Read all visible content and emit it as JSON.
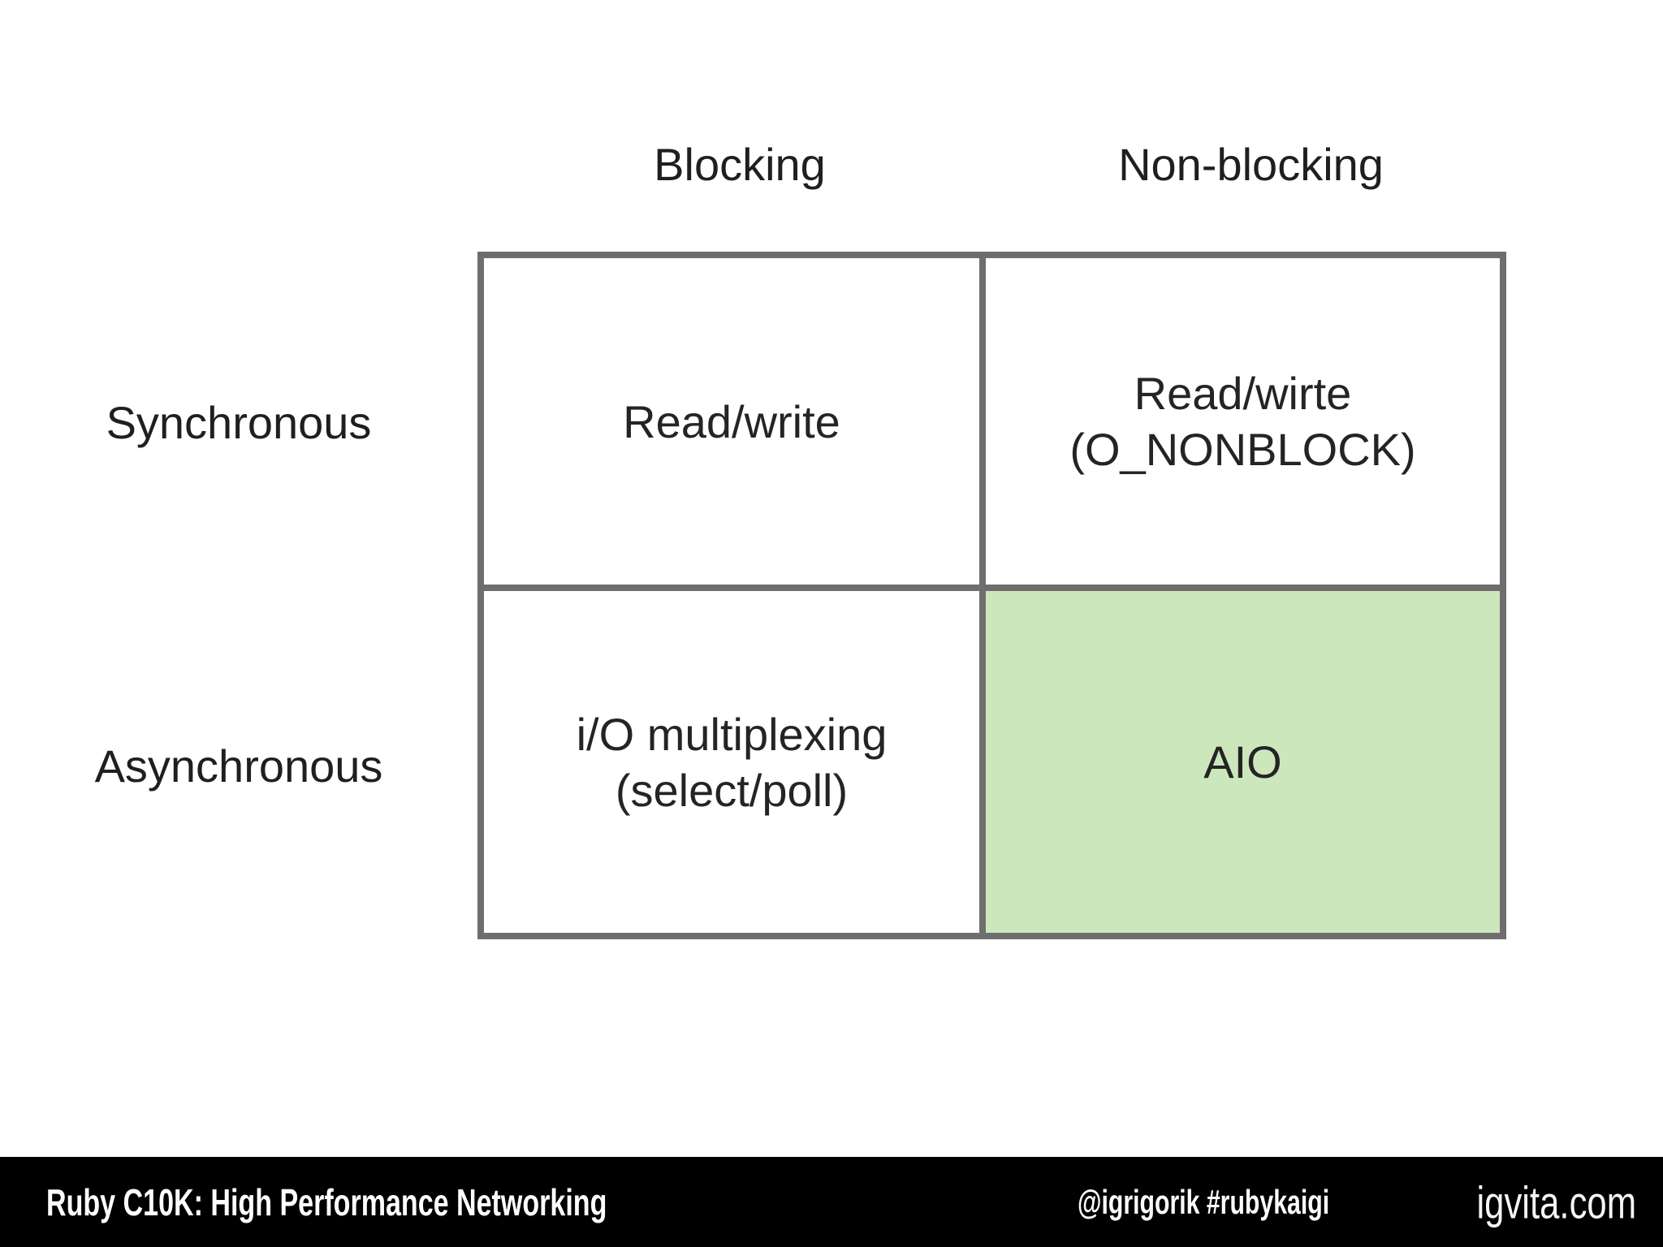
{
  "slide": {
    "background": "#ffffff",
    "matrix": {
      "border_color": "#6e6e6e",
      "highlight_color": "#cde7bd",
      "text_color": "#242424",
      "col_headers": [
        "Blocking",
        "Non-blocking"
      ],
      "row_headers": [
        "Synchronous",
        "Asynchronous"
      ],
      "cells": [
        {
          "row": "Synchronous",
          "col": "Blocking",
          "lines": [
            "Read/write"
          ],
          "highlighted": false
        },
        {
          "row": "Synchronous",
          "col": "Non-blocking",
          "lines": [
            "Read/wirte",
            "(O_NONBLOCK)"
          ],
          "highlighted": false
        },
        {
          "row": "Asynchronous",
          "col": "Blocking",
          "lines": [
            "i/O multiplexing",
            "(select/poll)"
          ],
          "highlighted": false
        },
        {
          "row": "Asynchronous",
          "col": "Non-blocking",
          "lines": [
            "AIO"
          ],
          "highlighted": true
        }
      ]
    },
    "footer": {
      "background": "#000000",
      "title": "Ruby C10K: High Performance Networking",
      "handle": "@igrigorik #rubykaigi",
      "site": "igvita.com"
    }
  }
}
